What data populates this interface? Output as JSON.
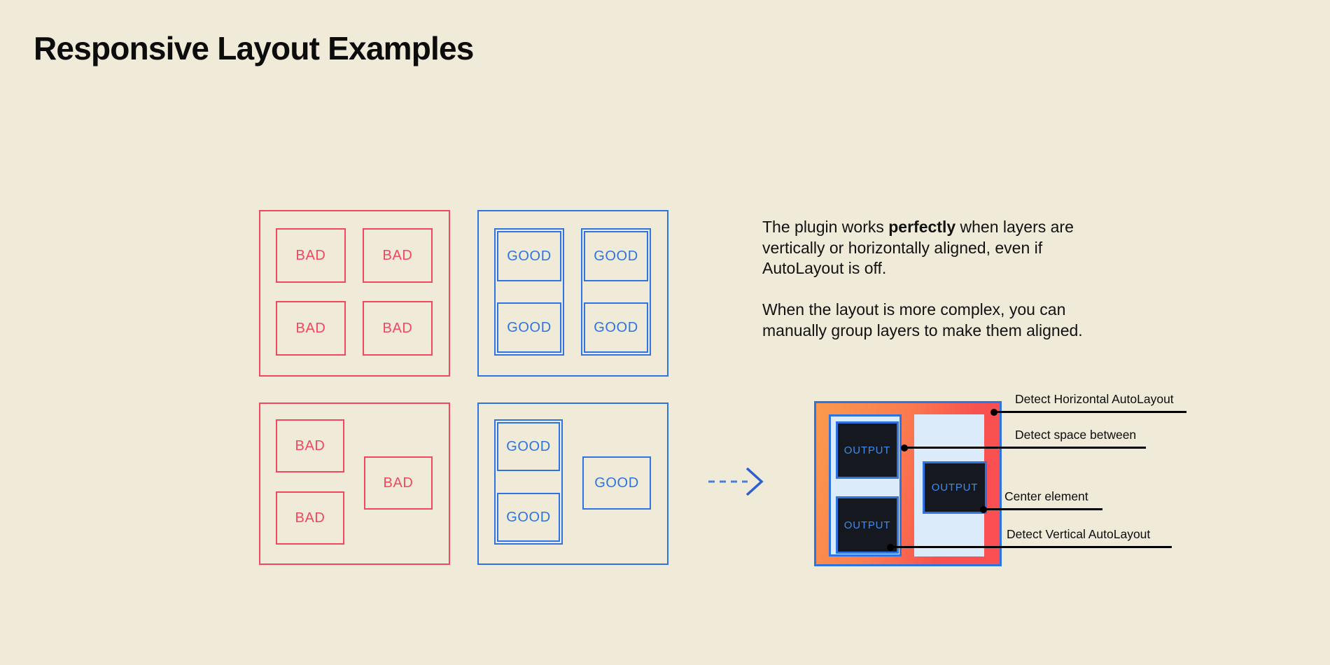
{
  "page": {
    "title": "Responsive Layout Examples",
    "background_color": "#F0EAD9",
    "bad_color": "#F2475F",
    "good_color": "#2D74E0",
    "text_color": "#0C0C0C"
  },
  "examples": {
    "bad_label": "BAD",
    "good_label": "GOOD",
    "top_bad": {
      "cells": [
        "BAD",
        "BAD",
        "BAD",
        "BAD"
      ]
    },
    "top_good": {
      "cells": [
        "GOOD",
        "GOOD",
        "GOOD",
        "GOOD"
      ]
    },
    "bottom_bad": {
      "cells": [
        "BAD",
        "BAD",
        "BAD"
      ]
    },
    "bottom_good": {
      "cells": [
        "GOOD",
        "GOOD",
        "GOOD"
      ]
    }
  },
  "copy": {
    "paragraph1_part1": "The plugin works ",
    "paragraph1_bold": "perfectly",
    "paragraph1_part2": " when layers are vertically or horizontally aligned, even if AutoLayout is off.",
    "paragraph2": "When the layout is more complex, you can manually group layers to make them aligned."
  },
  "arrow": {
    "icon": "dashed-arrow-right-icon",
    "color": "#2D74E0"
  },
  "diagram": {
    "output_label": "OUTPUT",
    "outputs": [
      "OUTPUT",
      "OUTPUT",
      "OUTPUT"
    ],
    "frame_border_color": "#2D74E0",
    "frame_fill_start": "#FB9A4D",
    "frame_fill_end": "#FB4F55",
    "panel_fill": "#DCEBFA",
    "output_fill": "#15181E",
    "output_text_color": "#3E8CF0"
  },
  "annotations": [
    {
      "label": "Detect Horizontal AutoLayout"
    },
    {
      "label": "Detect space between"
    },
    {
      "label": "Center element"
    },
    {
      "label": "Detect Vertical AutoLayout"
    }
  ]
}
